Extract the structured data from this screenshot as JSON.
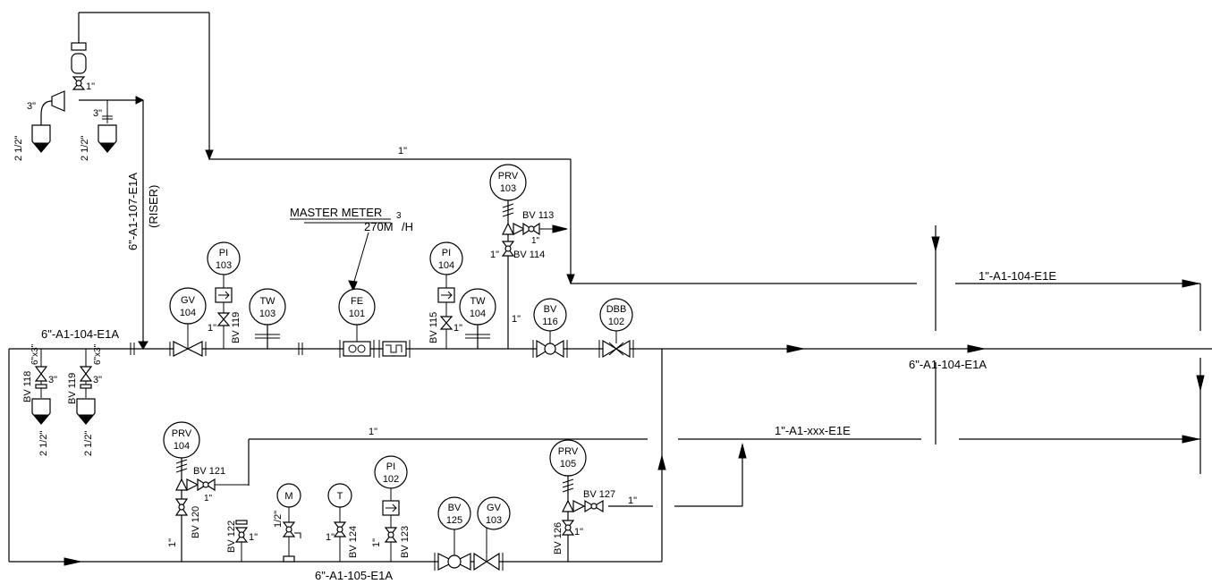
{
  "lines": {
    "main": "6\"-A1-104-E1A",
    "main_right": "6\"-A1-104-E1A",
    "bottom": "6\"-A1-105-E1A",
    "riser": "6\"-A1-107-E1A",
    "riser_note": "(RISER)",
    "upper_branch": "1\"-A1-104-E1E",
    "lower_branch": "1\"-A1-xxx-E1E",
    "top_run_size": "1\"",
    "mid_run_size": "1\""
  },
  "meter": {
    "title": "MASTER METER",
    "flow_value": "270M",
    "flow_exp": "3",
    "flow_unit": "/H"
  },
  "instruments": [
    {
      "tag": "GV",
      "num": "104"
    },
    {
      "tag": "PI",
      "num": "103"
    },
    {
      "tag": "TW",
      "num": "103"
    },
    {
      "tag": "FE",
      "num": "101"
    },
    {
      "tag": "PI",
      "num": "104"
    },
    {
      "tag": "TW",
      "num": "104"
    },
    {
      "tag": "PRV",
      "num": "103"
    },
    {
      "tag": "BV",
      "num": "116"
    },
    {
      "tag": "DBB",
      "num": "102"
    },
    {
      "tag": "PRV",
      "num": "104"
    },
    {
      "tag": "M",
      "num": ""
    },
    {
      "tag": "T",
      "num": ""
    },
    {
      "tag": "PI",
      "num": "102"
    },
    {
      "tag": "BV",
      "num": "125"
    },
    {
      "tag": "GV",
      "num": "103"
    },
    {
      "tag": "PRV",
      "num": "105"
    }
  ],
  "labels": {
    "bv113": "BV 113",
    "bv114": "BV 114",
    "bv115": "BV 115",
    "bv118": "BV 118",
    "bv119_left": "BV 119",
    "bv119_mid": "BV 119",
    "bv120": "BV 120",
    "bv121": "BV 121",
    "bv122": "BV 122",
    "bv123": "BV 123",
    "bv124": "BV 124",
    "bv126": "BV 126",
    "bv127": "BV 127",
    "s1": "1\"",
    "s3": "3\"",
    "s212": "2 1/2\"",
    "s12": "1/2\"",
    "s6x3": "6\"x3\""
  }
}
